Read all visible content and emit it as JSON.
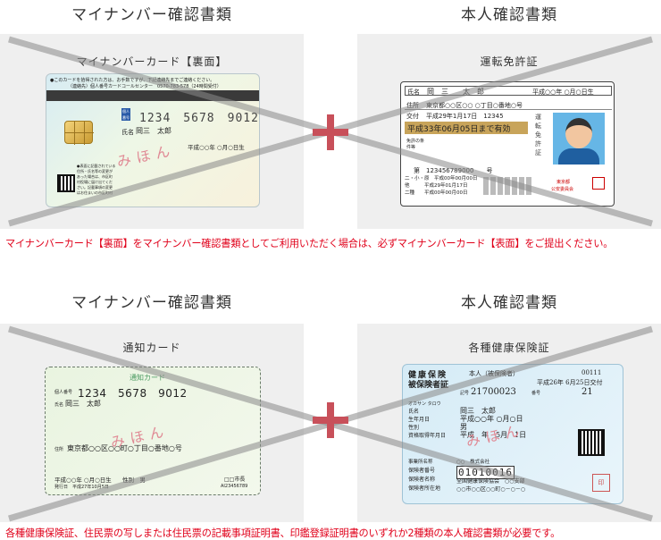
{
  "section1": {
    "left_heading": "マイナンバー確認書類",
    "right_heading": "本人確認書類",
    "left_card_title": "マイナンバーカード【裏面】",
    "right_card_title": "運転免許証",
    "note": "マイナンバーカード【裏面】をマイナンバー確認書類としてご利用いただく場合は、必ずマイナンバーカード【表面】をご提出ください。"
  },
  "section2": {
    "left_heading": "マイナンバー確認書類",
    "right_heading": "本人確認書類",
    "left_card_title": "通知カード",
    "right_card_title": "各種健康保険証",
    "note": "各種健康保険証、住民票の写しまたは住民票の記載事項証明書、印鑑登録証明書のいずれか2種類の本人確認書類が必要です。"
  },
  "mynumber_card": {
    "top_text_1": "●このカードを拾得された方は、お手数ですが、下記連絡先までご連絡ください。",
    "top_text_2": "（連絡先）個人番号カードコールセンター　0570-783-578（24時間受付）",
    "label_kojin": "個人番号",
    "number": "1234　5678　9012",
    "name_label": "氏名",
    "name": "岡三　太郎",
    "dob": "平成○○年 ○月○日生",
    "mihon": "みほん",
    "back_text": [
      "●表面に記載されている",
      "住所・氏名等の変更が",
      "あった場合は、市区町",
      "村役場に届け出てくだ",
      "さい。記載事項の変更",
      "はお住まいの市区町村"
    ]
  },
  "license": {
    "name_label": "氏名",
    "name": "岡　三　　太　郎",
    "dob": "平成○○年 ○月○日生",
    "address_label": "住所",
    "address": "東京都○○区○○ ○丁目○番地○号",
    "issue_label": "交付",
    "issue": "平成29年1月17日　12345",
    "expiry": "平成33年06月05日まで有効",
    "conditions_label": "免許の条件等",
    "number_prefix": "第",
    "number": "123456789000　　号",
    "dates": [
      "平成00年00月00日",
      "平成29年01月17日",
      "平成00年00月00日"
    ],
    "side_labels": [
      "二・小・原",
      "他",
      "二種"
    ],
    "vertical": "運転免許証",
    "authority_1": "東京都",
    "authority_2": "公安委員会"
  },
  "notification_card": {
    "header": "通知カード",
    "label_kojin": "個人番号",
    "number": "1234　5678　9012",
    "name_label": "氏名",
    "name": "岡三　太郎",
    "address_label": "住所",
    "address": "東京都○○区○○町○丁目○番地○号",
    "dob": "平成○○年 ○月○日生",
    "gender": "性別　男",
    "issuer": "□□市長",
    "issue_date_label": "発行日",
    "issue_date": "平成27年10月5日",
    "serial": "AI23456789",
    "mihon": "みほん"
  },
  "insurance_card": {
    "title_1": "健康保険",
    "title_2": "被保険者証",
    "holder": "本人（被保険者）",
    "office_no": "00111",
    "issued": "平成26年 6月25日交付",
    "symbol_label": "記号",
    "symbol": "21700023",
    "number_label": "番号",
    "number": "21",
    "kana": "オカサン タロウ",
    "name_label": "氏名",
    "name": "岡三　太郎",
    "dob_label": "生年月日",
    "dob": "平成○○年 ○月○日",
    "gender_label": "性別",
    "gender": "男",
    "date_label": "資格取得年月日",
    "date": "平成　年　5月　1日",
    "employer_label": "事業所名称",
    "employer": "○○　株式会社",
    "insurer_no_label": "保険者番号",
    "insurer_no": "01010016",
    "insurer_name_label": "保険者名称",
    "insurer_name": "全国健康保険協会　○○支部",
    "insurer_addr_label": "保険者所在地",
    "insurer_addr": "○○市○○区○○町○－○－○",
    "stamp": "印",
    "mihon": "みほん"
  }
}
